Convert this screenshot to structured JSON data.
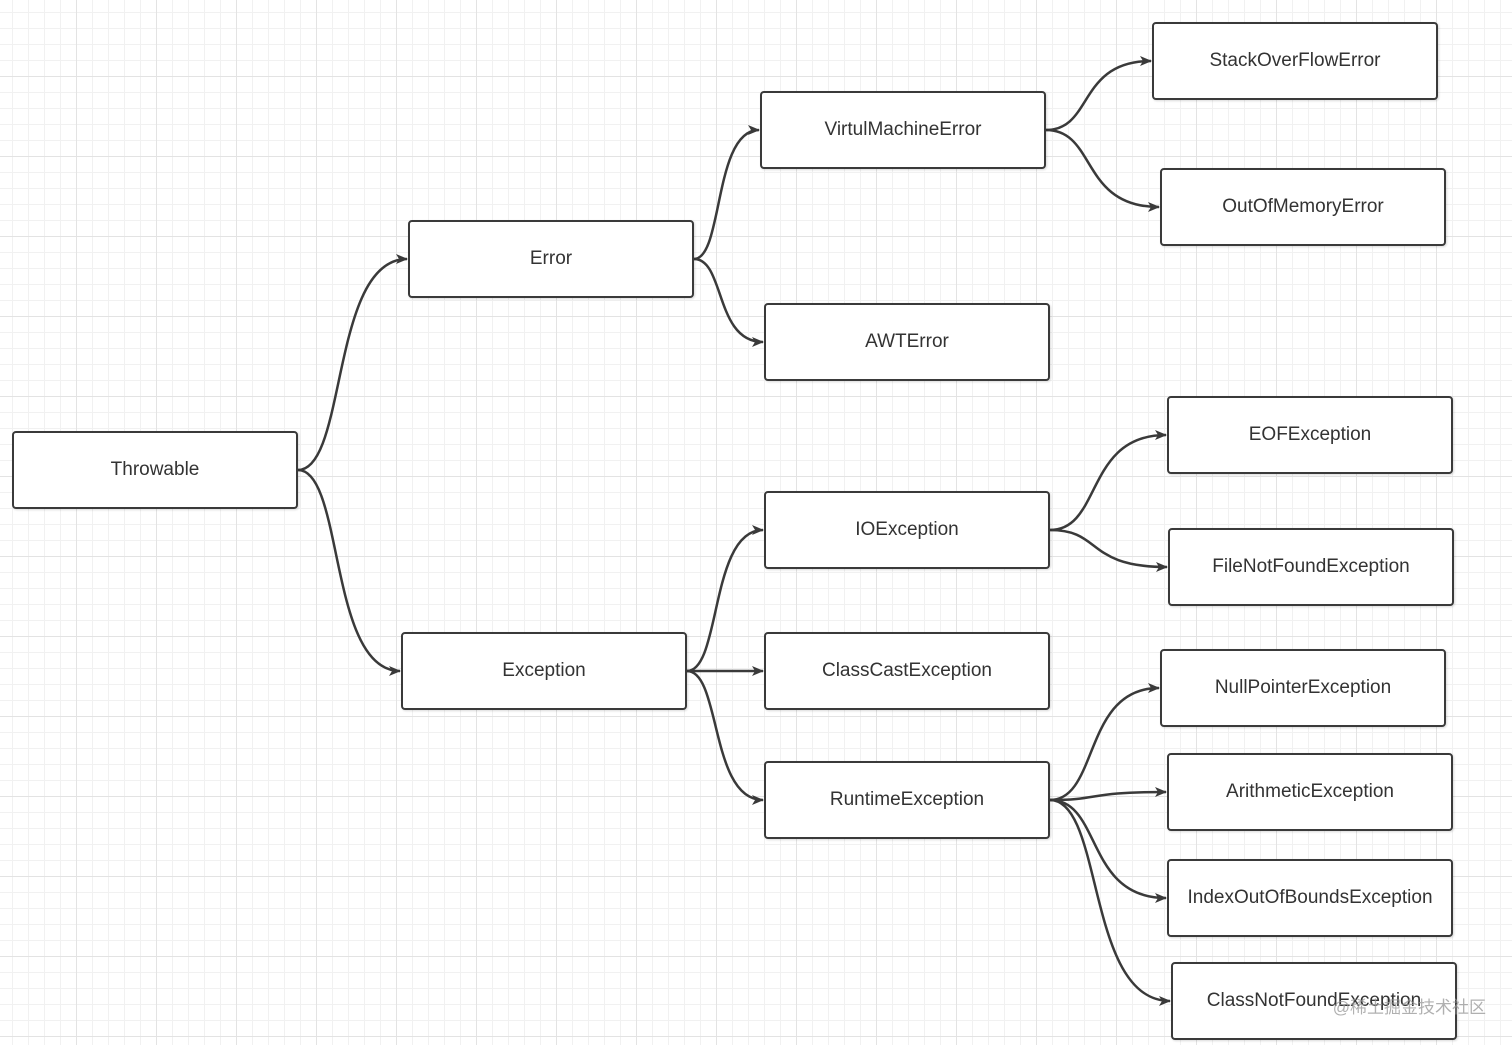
{
  "nodes": {
    "throwable": "Throwable",
    "error": "Error",
    "exception": "Exception",
    "virtual_machine_error": "VirtulMachineError",
    "awt_error": "AWTError",
    "stack_overflow_error": "StackOverFlowError",
    "out_of_memory_error": "OutOfMemoryError",
    "io_exception": "IOException",
    "class_cast_exception": "ClassCastException",
    "runtime_exception": "RuntimeException",
    "eof_exception": "EOFException",
    "file_not_found_exception": "FileNotFoundException",
    "null_pointer_exception": "NullPointerException",
    "arithmetic_exception": "ArithmeticException",
    "index_out_of_bounds_exception": "IndexOutOfBoundsException",
    "class_not_found_exception": "ClassNotFoundException"
  },
  "edges": [
    [
      "throwable",
      "error"
    ],
    [
      "throwable",
      "exception"
    ],
    [
      "error",
      "virtual_machine_error"
    ],
    [
      "error",
      "awt_error"
    ],
    [
      "virtual_machine_error",
      "stack_overflow_error"
    ],
    [
      "virtual_machine_error",
      "out_of_memory_error"
    ],
    [
      "exception",
      "io_exception"
    ],
    [
      "exception",
      "class_cast_exception"
    ],
    [
      "exception",
      "runtime_exception"
    ],
    [
      "io_exception",
      "eof_exception"
    ],
    [
      "io_exception",
      "file_not_found_exception"
    ],
    [
      "runtime_exception",
      "null_pointer_exception"
    ],
    [
      "runtime_exception",
      "arithmetic_exception"
    ],
    [
      "runtime_exception",
      "index_out_of_bounds_exception"
    ],
    [
      "runtime_exception",
      "class_not_found_exception"
    ]
  ],
  "watermark": "@稀土掘金技术社区",
  "colors": {
    "stroke": "#3a3a3a",
    "text": "#333333",
    "background": "#ffffff"
  }
}
